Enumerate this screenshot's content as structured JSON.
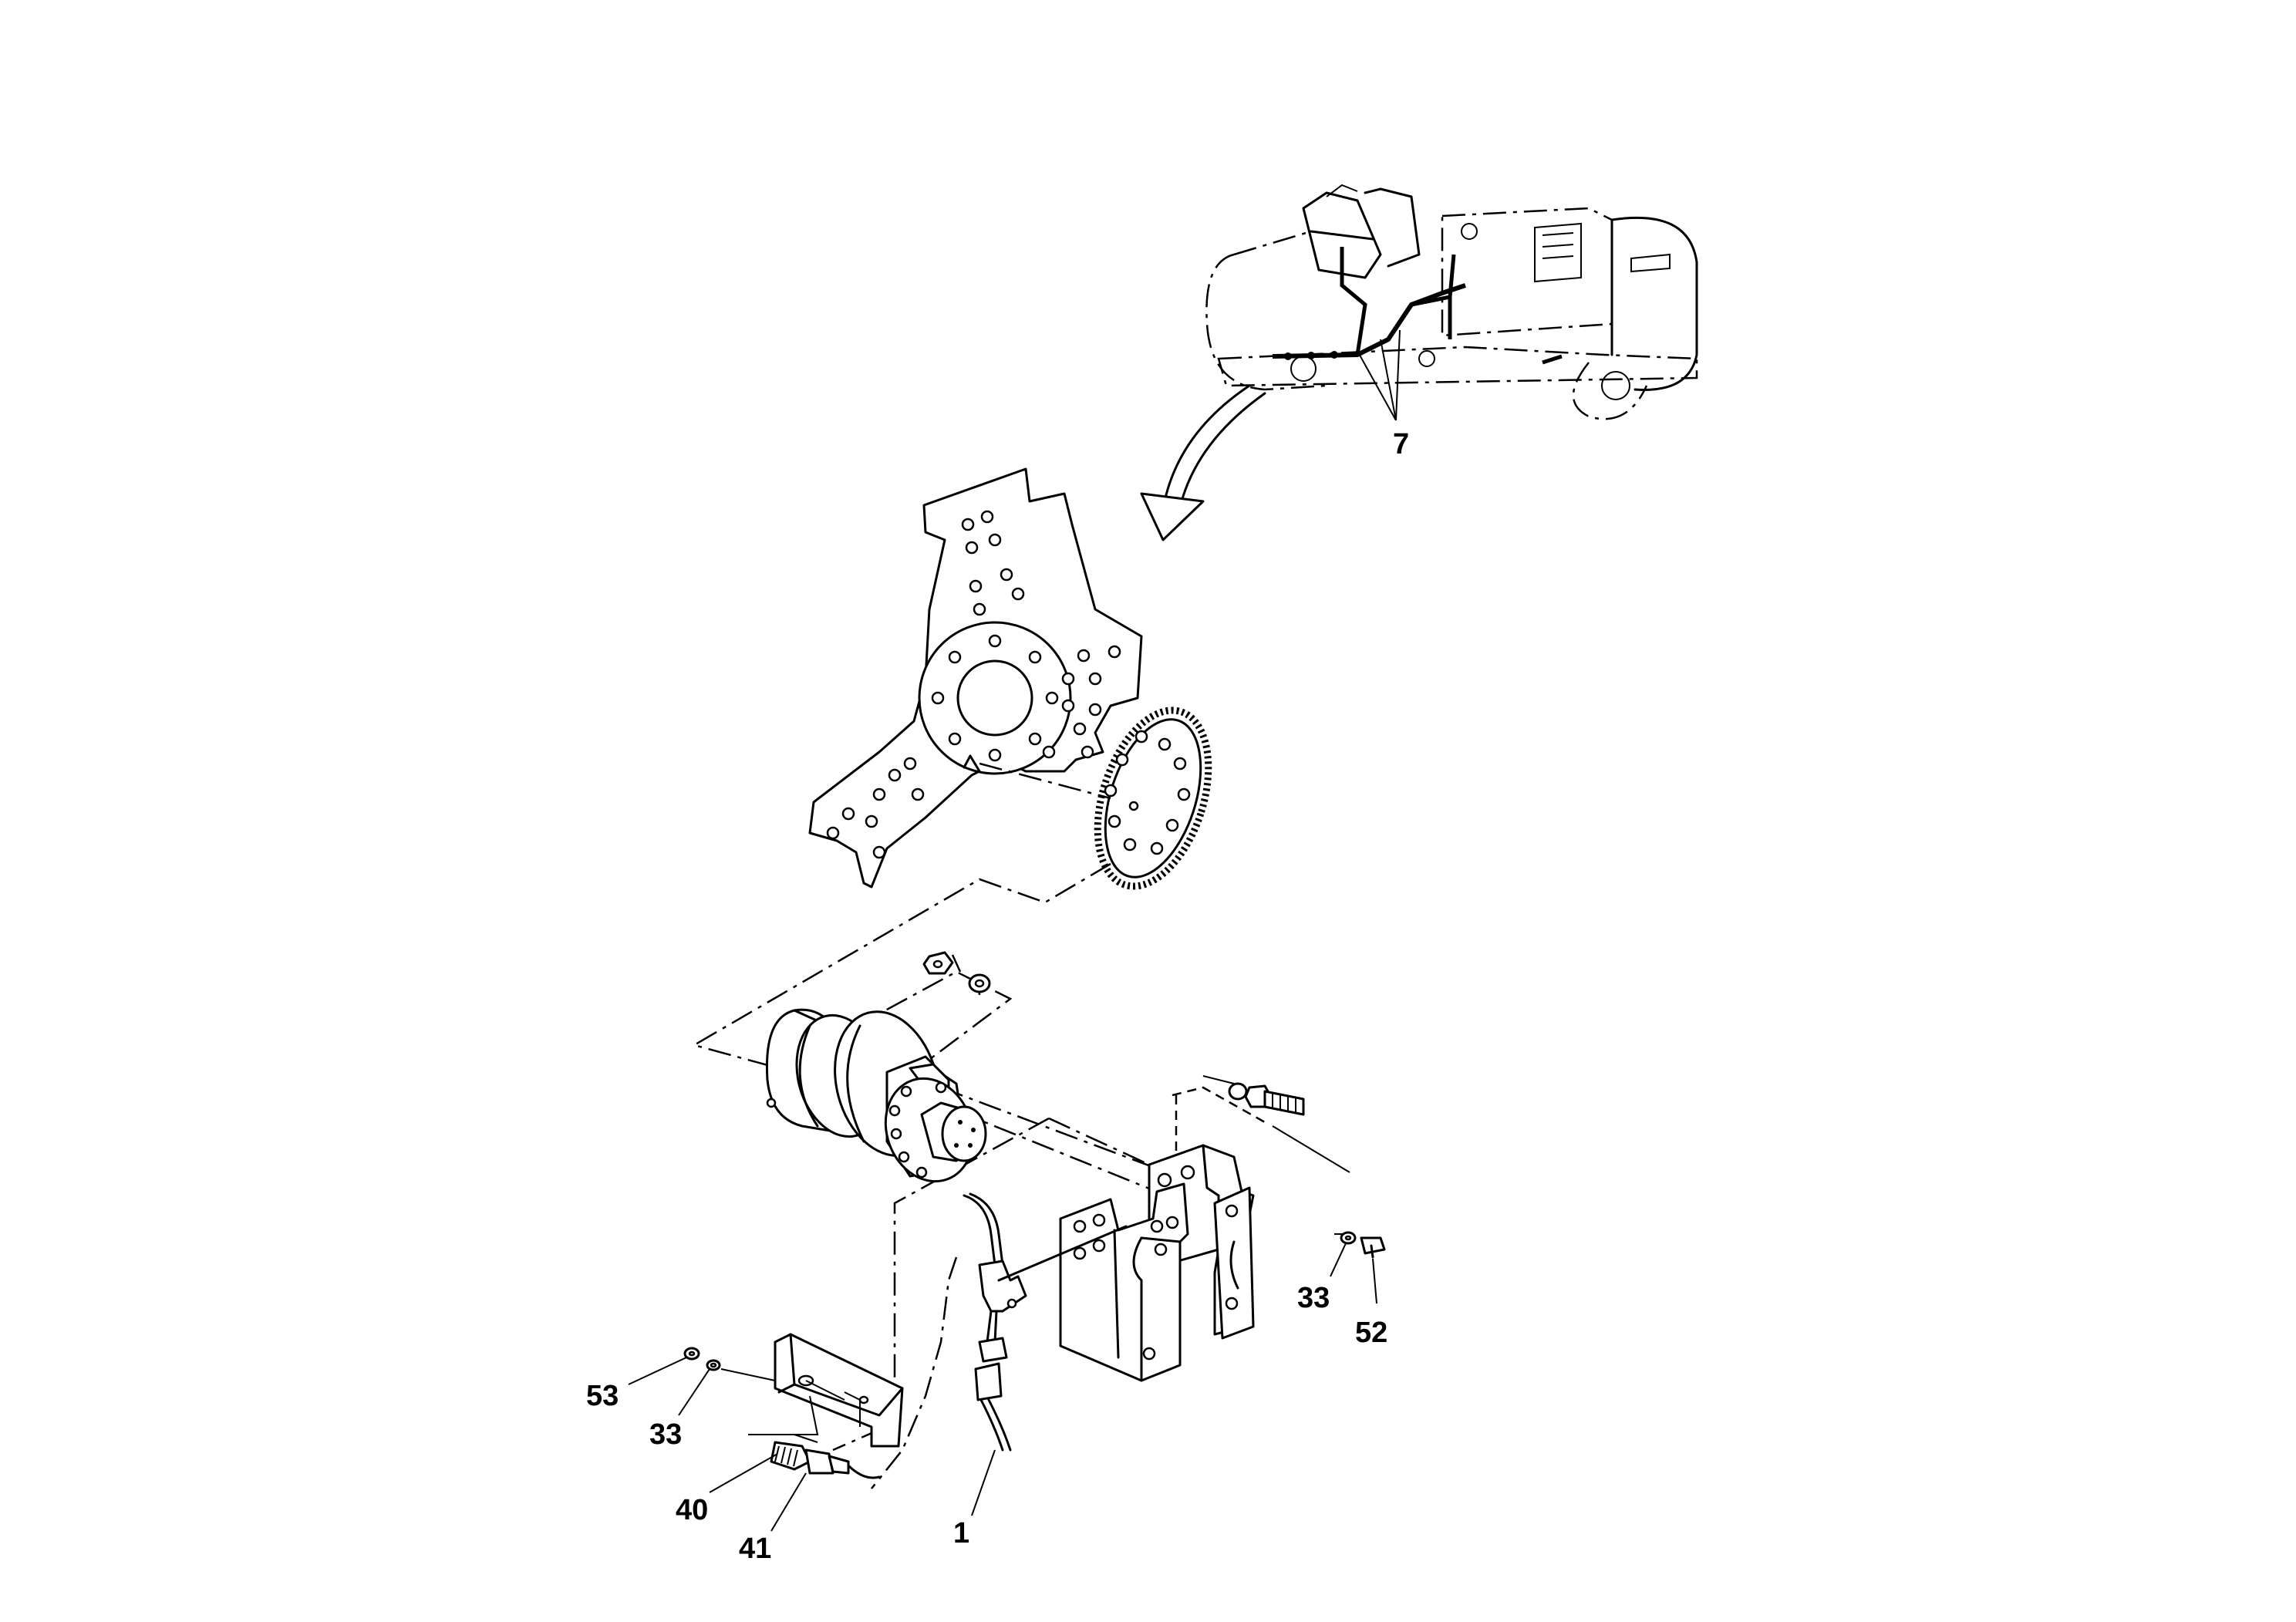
{
  "callouts": [
    {
      "id": "c7",
      "label": "7"
    },
    {
      "id": "c33a",
      "label": "33"
    },
    {
      "id": "c52",
      "label": "52"
    },
    {
      "id": "c53",
      "label": "53"
    },
    {
      "id": "c33b",
      "label": "33"
    },
    {
      "id": "c40",
      "label": "40"
    },
    {
      "id": "c41",
      "label": "41"
    },
    {
      "id": "c1",
      "label": "1"
    }
  ]
}
